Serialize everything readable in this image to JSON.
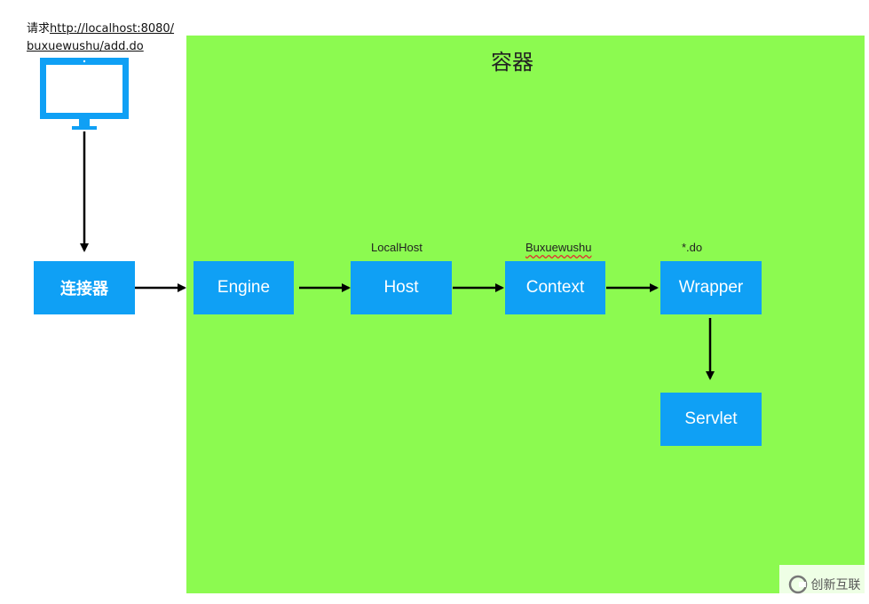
{
  "request": {
    "prefix": "请求",
    "url_line1": "http://localhost:8080/",
    "url_line2": "buxuewushu/add.do"
  },
  "container": {
    "title": "容器",
    "color": "#8CFA50"
  },
  "nodes": {
    "connector": "连接器",
    "engine": "Engine",
    "host": "Host",
    "context": "Context",
    "wrapper": "Wrapper",
    "servlet": "Servlet"
  },
  "labels": {
    "host": "LocalHost",
    "context": "Buxuewushu",
    "wrapper": "*.do"
  },
  "colors": {
    "node": "#0FA0F5",
    "monitor": "#0FA0F5"
  },
  "icons": {
    "client": "monitor-icon"
  },
  "watermark": {
    "text": "创新互联"
  }
}
